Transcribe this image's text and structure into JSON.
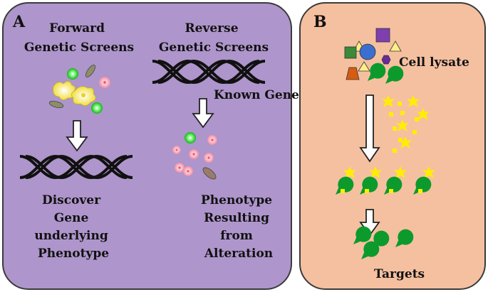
{
  "panel_a": {
    "letter": "A",
    "forward_title": [
      "Forward",
      "Genetic Screens"
    ],
    "reverse_title": [
      "Reverse",
      "Genetic Screens"
    ],
    "known_gene": "Known Gene",
    "discover": [
      "Discover",
      "Gene",
      "underlying",
      "Phenotype"
    ],
    "phenotype_result": [
      "Phenotype",
      "Resulting",
      "from",
      "Alteration"
    ]
  },
  "panel_b": {
    "letter": "B",
    "cell_lysate": "Cell lysate",
    "targets": "Targets"
  },
  "colors": {
    "panel_a_bg": "#ae95cb",
    "panel_b_bg": "#f5c0a0",
    "panel_border": "#3b3b3b",
    "cell_green": "#22cc22",
    "cell_yellow": "#f5e45a",
    "cell_pink": "#f2aab8",
    "pacman_green": "#0c9a2c",
    "star_yellow": "#ffee00",
    "shape_purple": "#7f3fae",
    "shape_blue": "#3b6fcf",
    "shape_green": "#3a8a3a",
    "shape_orange": "#d65c12"
  }
}
